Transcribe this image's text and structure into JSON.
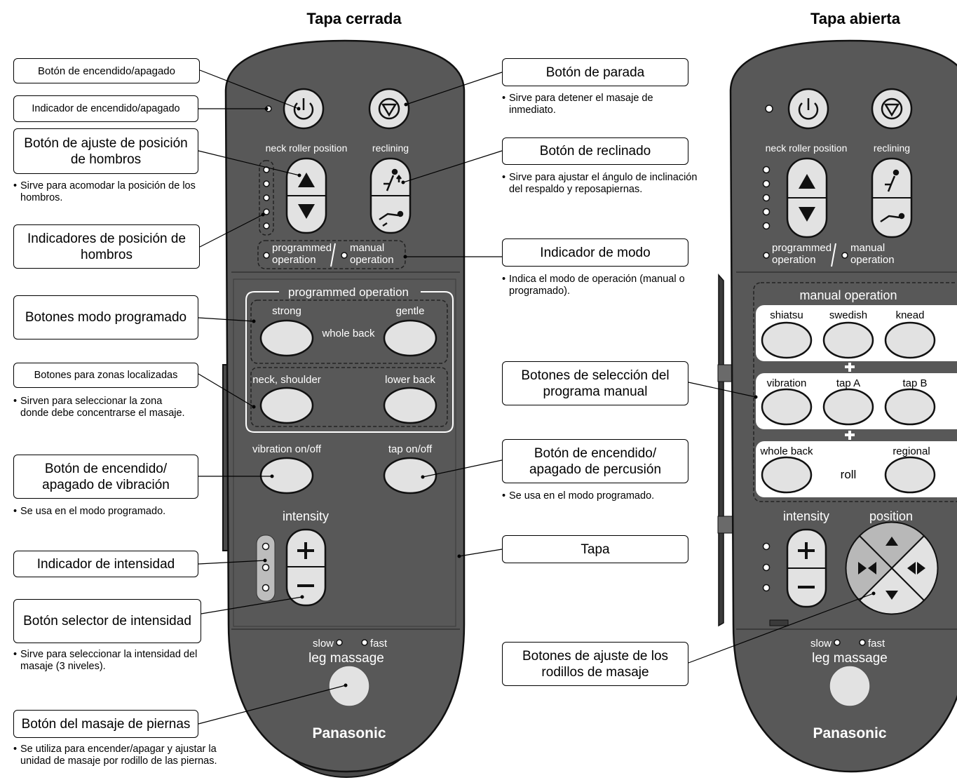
{
  "titles": {
    "closed": "Tapa cerrada",
    "open": "Tapa abierta"
  },
  "callouts": {
    "power_button": "Botón de encendido/apagado",
    "power_indicator": "Indicador de encendido/apagado",
    "shoulder_button": "Botón de ajuste de posición de hombros",
    "shoulder_indicators": "Indicadores de posición de hombros",
    "programmed_buttons": "Botones modo programado",
    "zone_buttons": "Botones para zonas localizadas",
    "vibration_button": "Botón de encendido/ apagado de vibración",
    "intensity_indicator": "Indicador de intensidad",
    "intensity_button": "Botón selector de intensidad",
    "leg_button": "Botón del masaje de piernas",
    "stop_button": "Botón de parada",
    "reclining_button": "Botón de reclinado",
    "mode_indicator": "Indicador de modo",
    "manual_buttons": "Botones de selección del programa manual",
    "tap_button": "Botón de encendido/ apagado de percusión",
    "lid": "Tapa",
    "roller_buttons": "Botones de ajuste de los rodillos de masaje"
  },
  "notes": {
    "shoulder": "Sirve para acomodar la posición de los hombros.",
    "zones": "Sirven para seleccionar la zona donde debe concentrarse el masaje.",
    "vibration": "Se usa en el modo programado.",
    "intensity": "Sirve para seleccionar la intensidad del masaje (3 niveles).",
    "leg": "Se utiliza para encender/apagar y ajustar la unidad de masaje por rodillo de las piernas.",
    "stop": "Sirve para detener el masaje de inmediato.",
    "reclining": "Sirve para ajustar el ángulo de inclinación del respaldo y reposapiernas.",
    "mode": "Indica el modo de operación (manual o programado).",
    "tap": "Se usa en el modo programado."
  },
  "remote": {
    "neck_roller_position": "neck roller position",
    "reclining": "reclining",
    "programmed": "programmed",
    "manual": "manual",
    "operation": "operation",
    "programmed_operation": "programmed operation",
    "manual_operation": "manual operation",
    "strong": "strong",
    "gentle": "gentle",
    "whole_back": "whole back",
    "neck_shoulder": "neck, shoulder",
    "lower_back": "lower back",
    "vibration_onoff": "vibration on/off",
    "tap_onoff": "tap on/off",
    "intensity": "intensity",
    "position": "position",
    "slow": "slow",
    "fast": "fast",
    "leg_massage": "leg massage",
    "brand": "Panasonic",
    "shiatsu": "shiatsu",
    "swedish": "swedish",
    "knead": "knead",
    "vibration": "vibration",
    "tap_a": "tap A",
    "tap_b": "tap B",
    "regional": "regional",
    "roll": "roll"
  },
  "colors": {
    "body": "#585858",
    "button": "#e2e2e2",
    "outline": "#1a1a1a",
    "panel_line": "#ffffff"
  }
}
